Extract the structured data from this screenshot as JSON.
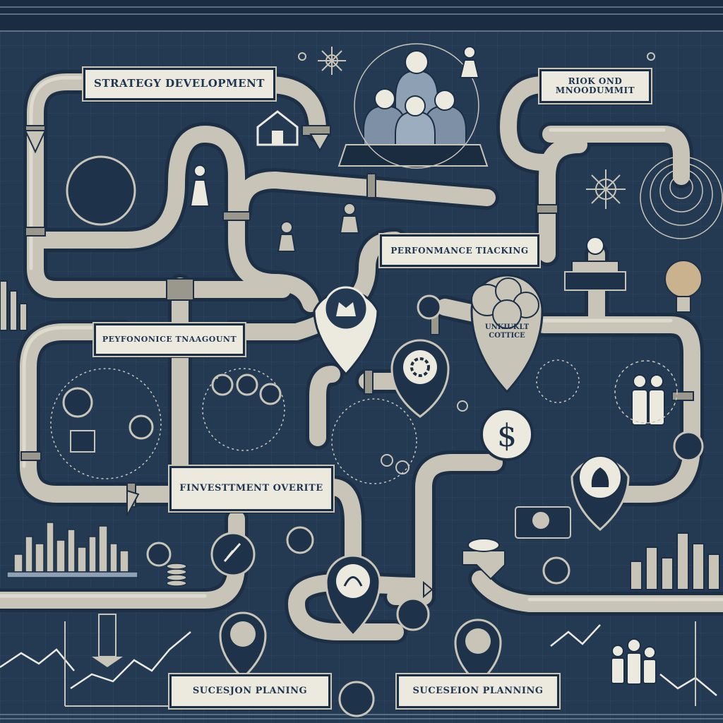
{
  "labels": {
    "strategy_development": "STRATEGY DEVELOPMENT",
    "risk_management_line1": "RIOK OND",
    "risk_management_line2": "MNOODUMMIT",
    "performance_tracking": "PERFONMANCE TIACKING",
    "performance_management": "PEYFONONICE TNAAGOUNT",
    "investment_oversight": "FINVESTTMENT OVERITE",
    "succession_planning_left": "SUCESJON PLANING",
    "succession_planning_right": "SUCESEION PLANNING",
    "culture_overlay_line1": "UNKIUKLT",
    "culture_overlay_line2": "COTTICE"
  },
  "icons": [
    "executive-team-icon",
    "people-group-icon",
    "person-icon",
    "home-icon",
    "gear-icon",
    "dollar-coin-icon",
    "money-bag-icon",
    "lightbulb-icon",
    "bar-chart-icon",
    "city-skyline-icon",
    "line-chart-icon",
    "snowflake-network-icon",
    "map-pin-icon",
    "handshake-icon",
    "globe-icon"
  ],
  "colors": {
    "background": "#233a52",
    "pipe": "#c8c5b8",
    "pipe_edge": "#1c2f45",
    "label_fill": "#eceadf",
    "label_text": "#1f3550",
    "ink": "#d9d6cb"
  }
}
